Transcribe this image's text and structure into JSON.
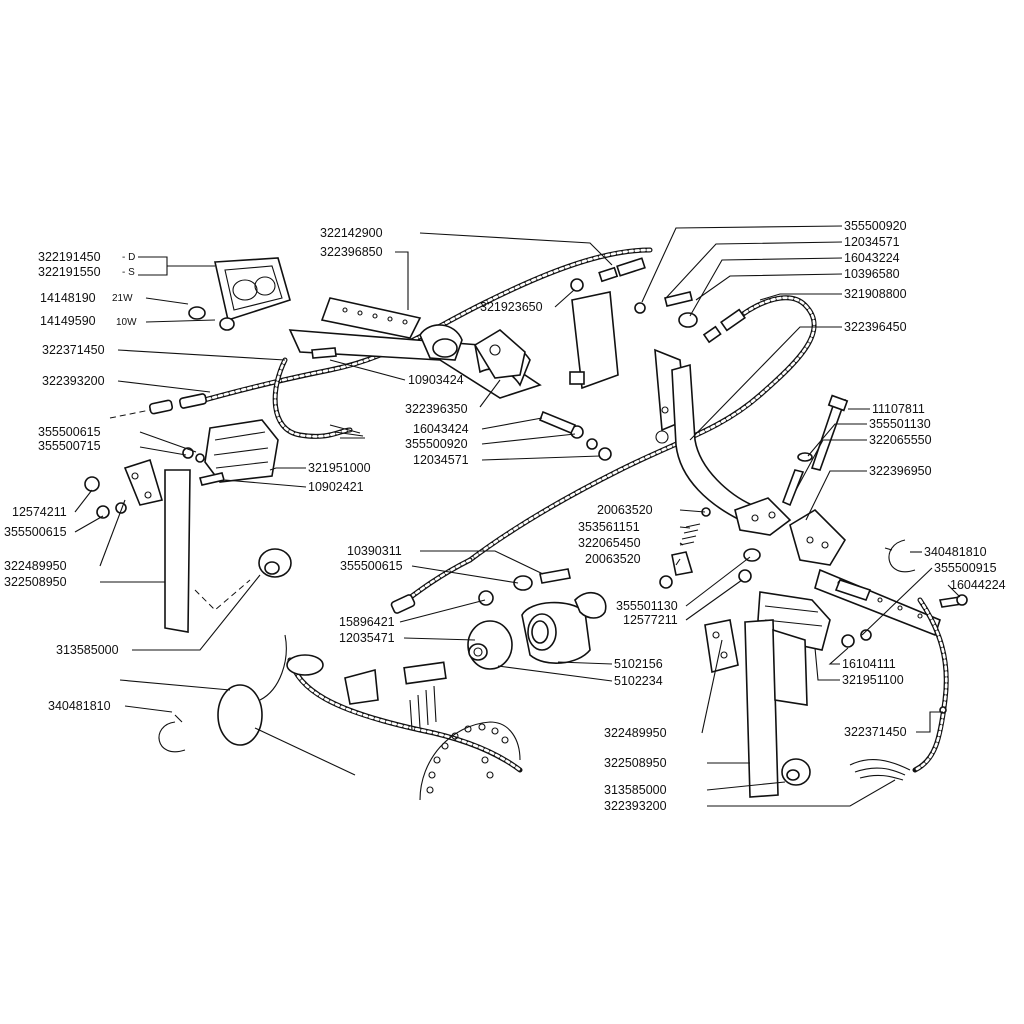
{
  "labels": {
    "l322191450": "322191450",
    "l322191450_suffix": "- D",
    "l322191550": "322191550",
    "l322191550_suffix": "- S",
    "l14148190": "14148190",
    "l14148190_suffix": "21W",
    "l14149590": "14149590",
    "l14149590_suffix": "10W",
    "l322371450_left": "322371450",
    "l322393200_left": "322393200",
    "l355500615_a": "355500615",
    "l355500715": "355500715",
    "l12574211": "12574211",
    "l355500615_b": "355500615",
    "l322489950_left": "322489950",
    "l322508950_left": "322508950",
    "l313585000_left": "313585000",
    "l340481810_left": "340481810",
    "l322142900": "322142900",
    "l322396850": "322396850",
    "l321923650": "321923650",
    "l10903424": "10903424",
    "l322396350": "322396350",
    "l16043424": "16043424",
    "l355500920_mid": "355500920",
    "l12034571_mid": "12034571",
    "l321951000": "321951000",
    "l10902421": "10902421",
    "l10390311": "10390311",
    "l355500615_mid": "355500615",
    "l15896421": "15896421",
    "l12035471": "12035471",
    "l5102156": "5102156",
    "l5102234": "5102234",
    "l20063520_a": "20063520",
    "l353561151": "353561151",
    "l322065450": "322065450",
    "l20063520_b": "20063520",
    "l355501130_mid": "355501130",
    "l12577211": "12577211",
    "l355500920_top": "355500920",
    "l12034571_top": "12034571",
    "l16043224": "16043224",
    "l10396580": "10396580",
    "l321908800": "321908800",
    "l322396450": "322396450",
    "l11107811": "11107811",
    "l355501130_right": "355501130",
    "l322065550": "322065550",
    "l322396950": "322396950",
    "l340481810_right": "340481810",
    "l355500915": "355500915",
    "l16044224": "16044224",
    "l16104111": "16104111",
    "l321951100": "321951100",
    "l322371450_right": "322371450",
    "l322489950_right": "322489950",
    "l322508950_right": "322508950",
    "l313585000_right": "313585000",
    "l322393200_right": "322393200"
  }
}
